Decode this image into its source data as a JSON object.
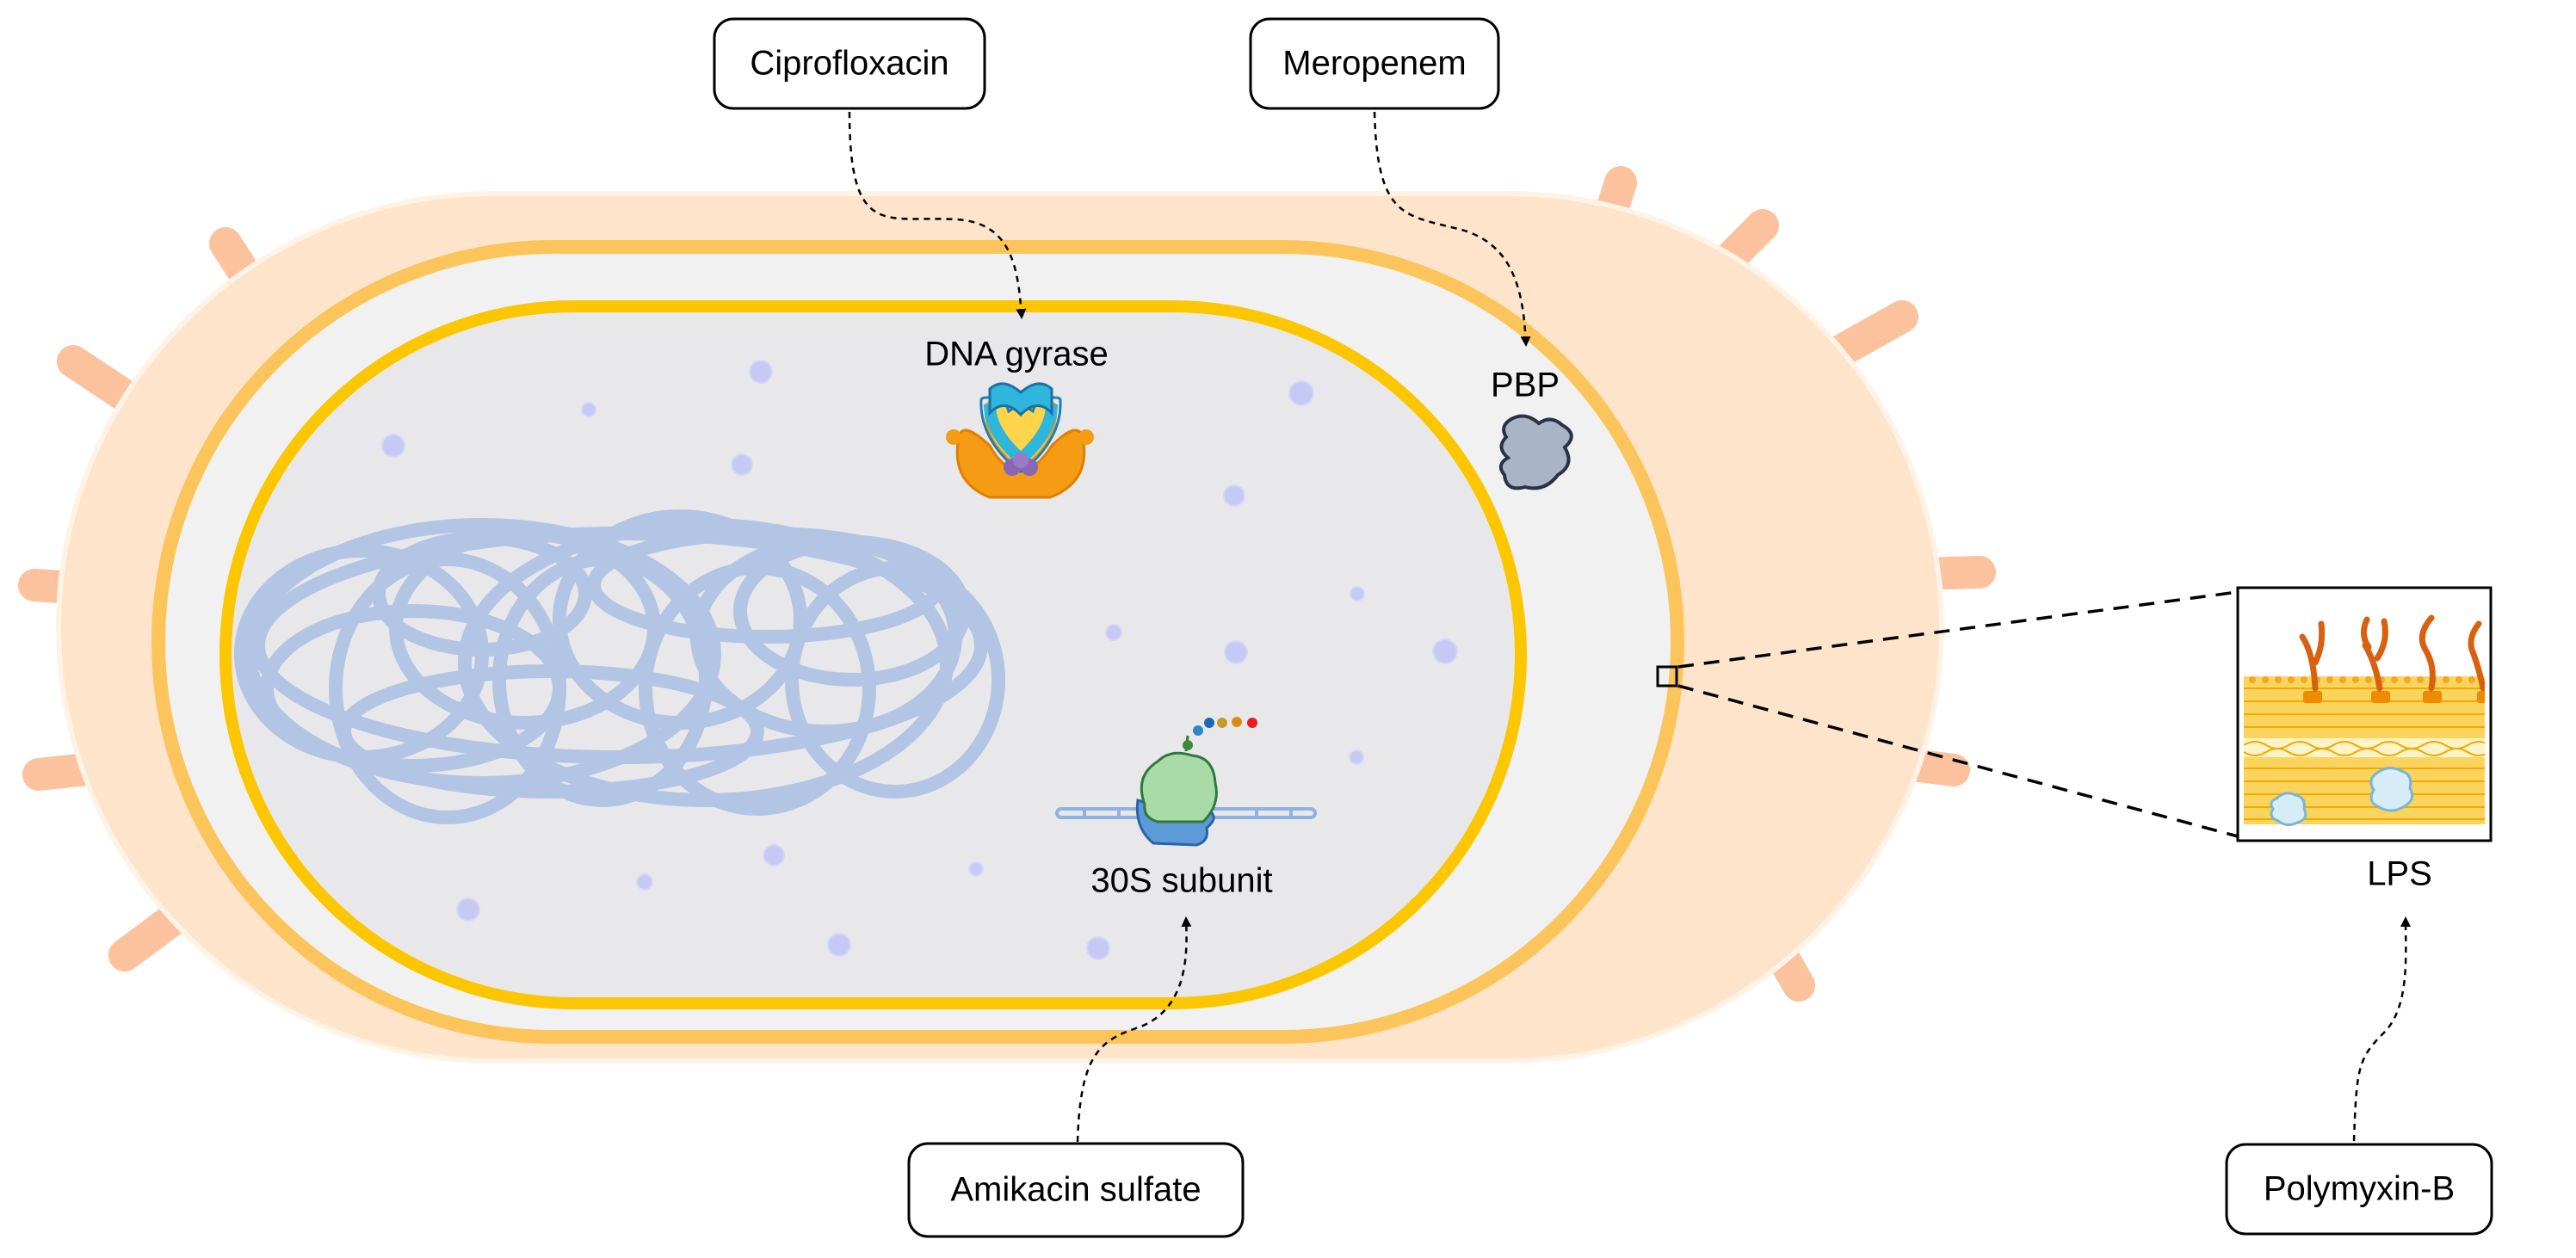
{
  "diagram": {
    "drugs": {
      "ciprofloxacin": "Ciprofloxacin",
      "meropenem": "Meropenem",
      "amikacin": "Amikacin sulfate",
      "polymyxin": "Polymyxin-B"
    },
    "targets": {
      "dna_gyrase": "DNA gyrase",
      "pbp": "PBP",
      "ribosome": "30S subunit",
      "lps": "LPS"
    },
    "colors": {
      "capsule": "#fde4cb",
      "pili": "#fbbf98",
      "outer_membrane": "#fcc55c",
      "periplasm": "#f1f1f2",
      "inner_membrane": "#fcc600",
      "cytoplasm": "#e8e8ea",
      "dna": "#a9c0e4",
      "ribosome_small": "#5d9bd8",
      "ribosome_large": "#a8dba8",
      "gyrase_blue": "#2eb6dc",
      "gyrase_orange": "#f59b14",
      "pbp_protein": "#a9b4c6"
    }
  }
}
